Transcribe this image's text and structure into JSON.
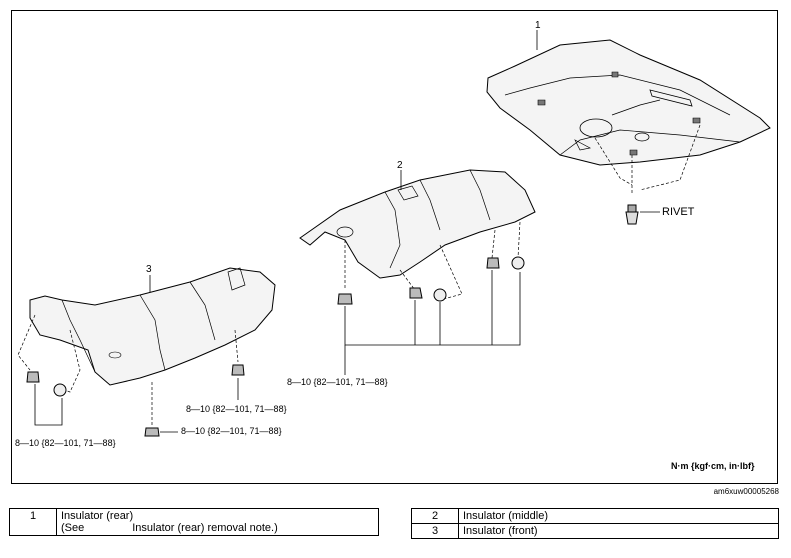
{
  "callouts": {
    "c1": "1",
    "c2": "2",
    "c3": "3"
  },
  "rivet_label": "RIVET",
  "torque": {
    "middle": "8—10 {82—101, 71—88}",
    "front_right": "8—10 {82—101, 71—88}",
    "front_left": "8—10 {82—101, 71—88}",
    "front_bottom": "8—10 {82—101, 71—88}"
  },
  "units": "N·m {kgf·cm, in·lbf}",
  "image_code": "am6xuw00005268",
  "parts_left": {
    "num": "1",
    "name": "Insulator (rear)",
    "see_prefix": "(See",
    "see_text": "Insulator (rear) removal note.)"
  },
  "parts_right": [
    {
      "num": "2",
      "name": "Insulator (middle)"
    },
    {
      "num": "3",
      "name": "Insulator (front)"
    }
  ]
}
